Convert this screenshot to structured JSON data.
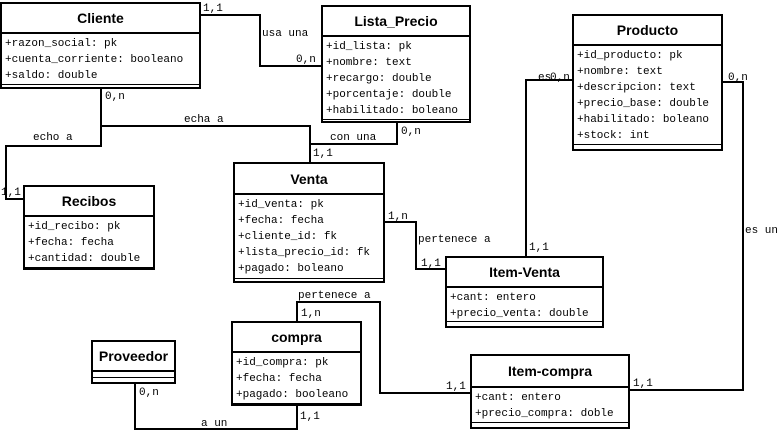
{
  "entities": {
    "cliente": {
      "name": "Cliente",
      "attributes": [
        "+razon_social: pk",
        "+cuenta_corriente: booleano",
        "+saldo: double"
      ]
    },
    "lista_precio": {
      "name": "Lista_Precio",
      "attributes": [
        "+id_lista: pk",
        "+nombre: text",
        "+recargo: double",
        "+porcentaje: double",
        "+habilitado: boleano"
      ]
    },
    "producto": {
      "name": "Producto",
      "attributes": [
        "+id_producto: pk",
        "+nombre: text",
        "+descripcion: text",
        "+precio_base: double",
        "+habilitado: boleano",
        "+stock: int"
      ]
    },
    "recibos": {
      "name": "Recibos",
      "attributes": [
        "+id_recibo: pk",
        "+fecha: fecha",
        "+cantidad: double"
      ]
    },
    "venta": {
      "name": "Venta",
      "attributes": [
        "+id_venta: pk",
        "+fecha: fecha",
        "+cliente_id: fk",
        "+lista_precio_id: fk",
        "+pagado: boleano"
      ]
    },
    "item_venta": {
      "name": "Item-Venta",
      "attributes": [
        "+cant: entero",
        "+precio_venta: double"
      ]
    },
    "proveedor": {
      "name": "Proveedor",
      "attributes": []
    },
    "compra": {
      "name": "compra",
      "attributes": [
        "+id_compra: pk",
        "+fecha: fecha",
        "+pagado: booleano"
      ]
    },
    "item_compra": {
      "name": "Item-compra",
      "attributes": [
        "+cant: entero",
        "+precio_compra: doble"
      ]
    }
  },
  "labels": {
    "cliente_lista_mult_a": "1,1",
    "usa_una": "usa una",
    "cliente_lista_mult_b": "0,n",
    "cliente_mult_below": "0,n",
    "echa_a": "echa a",
    "echo_a": "echo a",
    "recibos_mult": "1,1",
    "con_una": "con una",
    "lista_venta_mult": "0,n",
    "venta_top_mult": "1,1",
    "venta_item_mult_a": "1,n",
    "pertenece_a_1": "pertenece a",
    "venta_item_mult_b": "1,1",
    "es_label": "es",
    "producto_mult_left": "0,n",
    "producto_mult_right": "0,n",
    "item_venta_top_mult": "1,1",
    "es_un": "es un",
    "pertenece_a_2": "pertenece a",
    "compra_top_mult": "1,n",
    "item_compra_left_mult": "1,1",
    "item_compra_right_mult": "1,1",
    "proveedor_mult": "0,n",
    "a_un": "a un",
    "compra_bottom_mult": "1,1"
  }
}
